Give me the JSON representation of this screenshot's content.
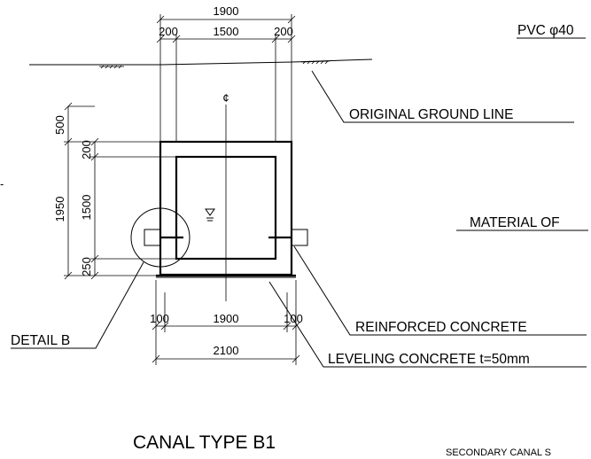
{
  "dimensions": {
    "top_total": "1900",
    "top_left_wall": "200",
    "top_inner": "1500",
    "top_right_wall": "200",
    "left_500": "500",
    "left_200": "200",
    "left_1950": "1950",
    "left_1500": "1500",
    "left_250": "250",
    "bottom_left": "100",
    "bottom_inner": "1900",
    "bottom_right": "100",
    "bottom_total": "2100"
  },
  "labels": {
    "centerline_symbol": "¢",
    "pvc": "PVC φ40",
    "original_ground_line": "ORIGINAL GROUND LINE",
    "material_of": "MATERIAL OF",
    "reinforced_concrete": "REINFORCED CONCRETE",
    "leveling_concrete": "LEVELING CONCRETE t=50mm",
    "detail_b": "DETAIL B",
    "edge_mark": "-"
  },
  "titles": {
    "canal_type": "CANAL TYPE B1",
    "secondary_canal": "SECONDARY CANAL S"
  }
}
